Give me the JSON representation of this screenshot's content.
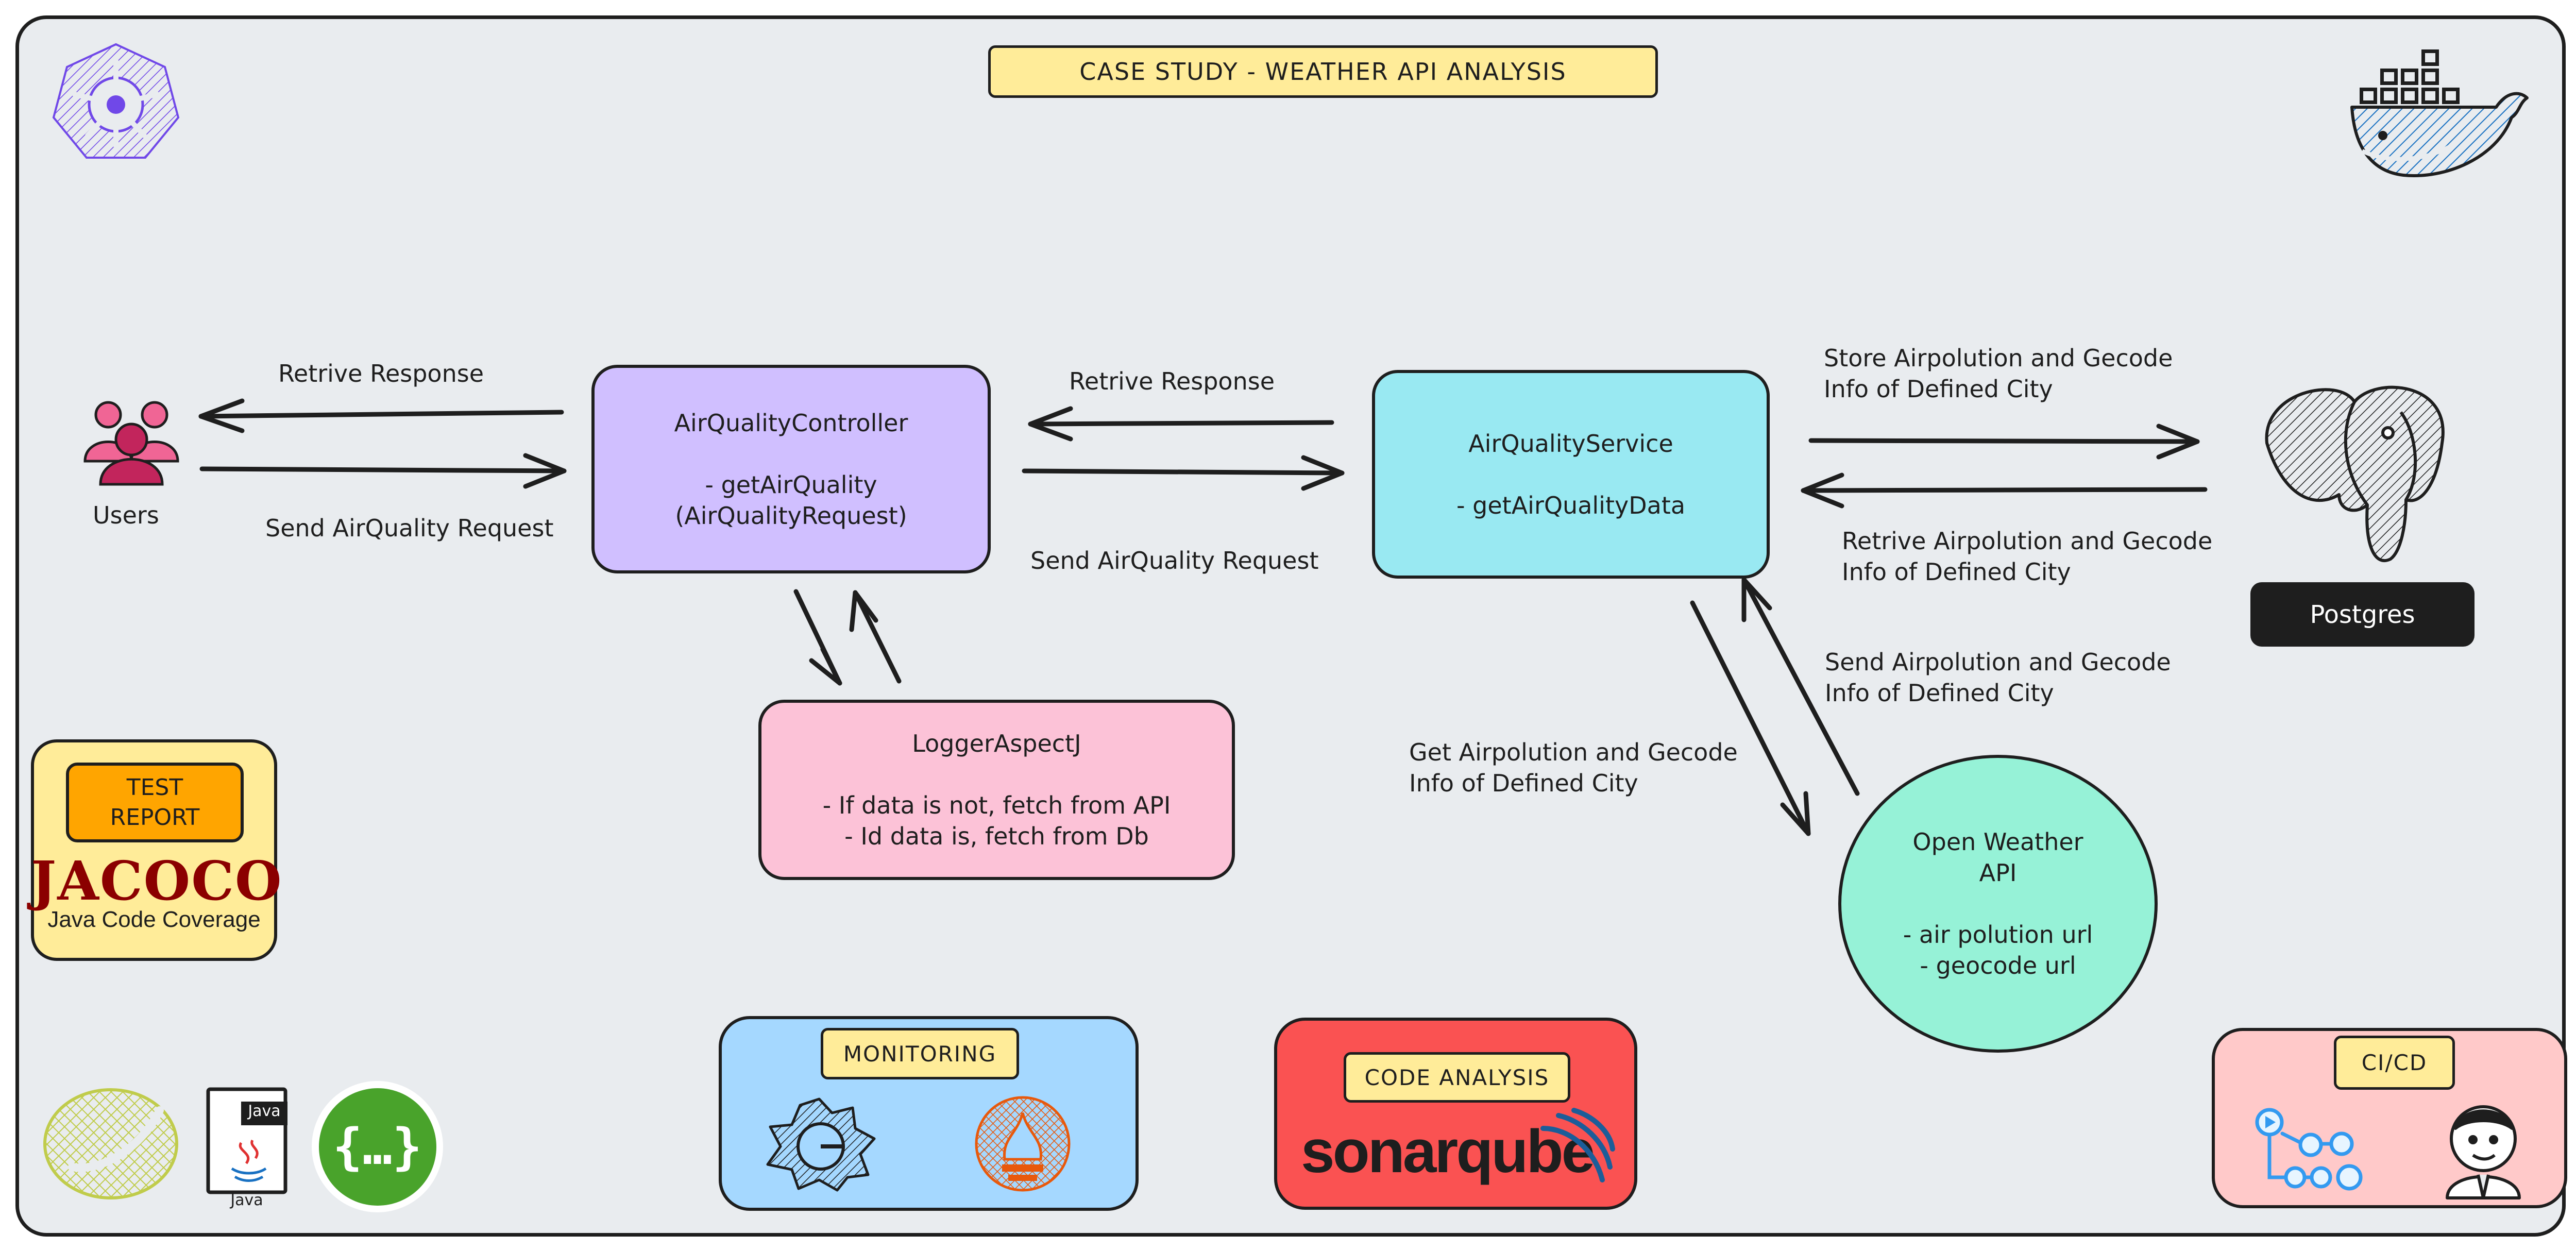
{
  "title": "CASE STUDY - WEATHER API ANALYSIS",
  "users": {
    "label": "Users"
  },
  "controller": {
    "name": "AirQualityController",
    "method": "- getAirQuality",
    "param": "(AirQualityRequest)"
  },
  "service": {
    "name": "AirQualityService",
    "method": "- getAirQualityData"
  },
  "logger": {
    "name": "LoggerAspectJ",
    "line1": "- If data is not, fetch from API",
    "line2": "- Id data is, fetch from Db"
  },
  "openweather": {
    "line1": "Open Weather",
    "line2": "API",
    "line3": "- air polution url",
    "line4": "- geocode url"
  },
  "postgres": {
    "label": "Postgres"
  },
  "edges": {
    "users_retrieve": "Retrive Response",
    "users_send": "Send AirQuality Request",
    "service_retrieve": "Retrive Response",
    "service_send": "Send AirQuality Request",
    "store_db": "Store Airpolution and Gecode\nInfo of Defined City",
    "retrieve_db": "Retrive Airpolution and Gecode\nInfo of Defined City",
    "send_api": "Send Airpolution and Gecode\nInfo of Defined City",
    "get_api": "Get Airpolution and Gecode\nInfo of Defined City"
  },
  "jacoco": {
    "tag": "TEST\nREPORT",
    "logo": "JACOCO",
    "caption": "Java Code Coverage"
  },
  "monitoring": {
    "tag": "MONITORING"
  },
  "code_analysis": {
    "tag": "CODE ANALYSIS",
    "logo": "sonarqube"
  },
  "cicd": {
    "tag": "CI/CD"
  },
  "java": {
    "label_top": "Java",
    "label_bottom": "Java"
  },
  "swagger": {
    "glyph": "{…}"
  },
  "colors": {
    "background": "#e9ecef",
    "controller": "#d0bfff",
    "service": "#99e9f2",
    "logger": "#fcc2d7",
    "openweather": "#96f2d7",
    "jacoco": "#ffec99",
    "jacoco_tag": "#ffa500",
    "monitoring": "#a5d8ff",
    "code_analysis": "#fa5252",
    "cicd": "#ffc9c9",
    "tag": "#ffec99",
    "postgres": "#1e1e1e"
  }
}
